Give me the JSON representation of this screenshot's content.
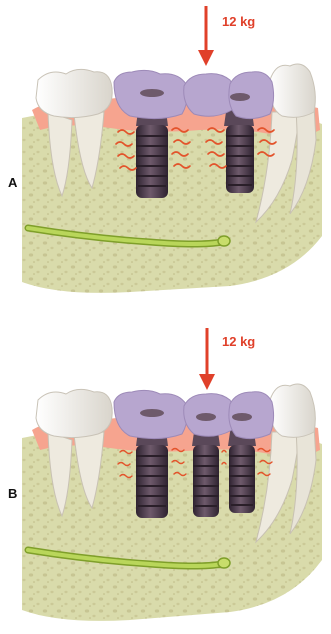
{
  "figure": {
    "panels": [
      {
        "letter": "A",
        "force": "12 kg"
      },
      {
        "letter": "B",
        "force": "12 kg"
      }
    ]
  },
  "colors": {
    "bone": "#d9dbab",
    "gingiva": "#f6a48f",
    "crown": "#b7a6cf",
    "natural_tooth": "#f1efea",
    "implant": "#4d3b4a",
    "stress_marks": "#e3532b",
    "nerve": "#9dc03a",
    "force_arrow": "#e0402a"
  }
}
